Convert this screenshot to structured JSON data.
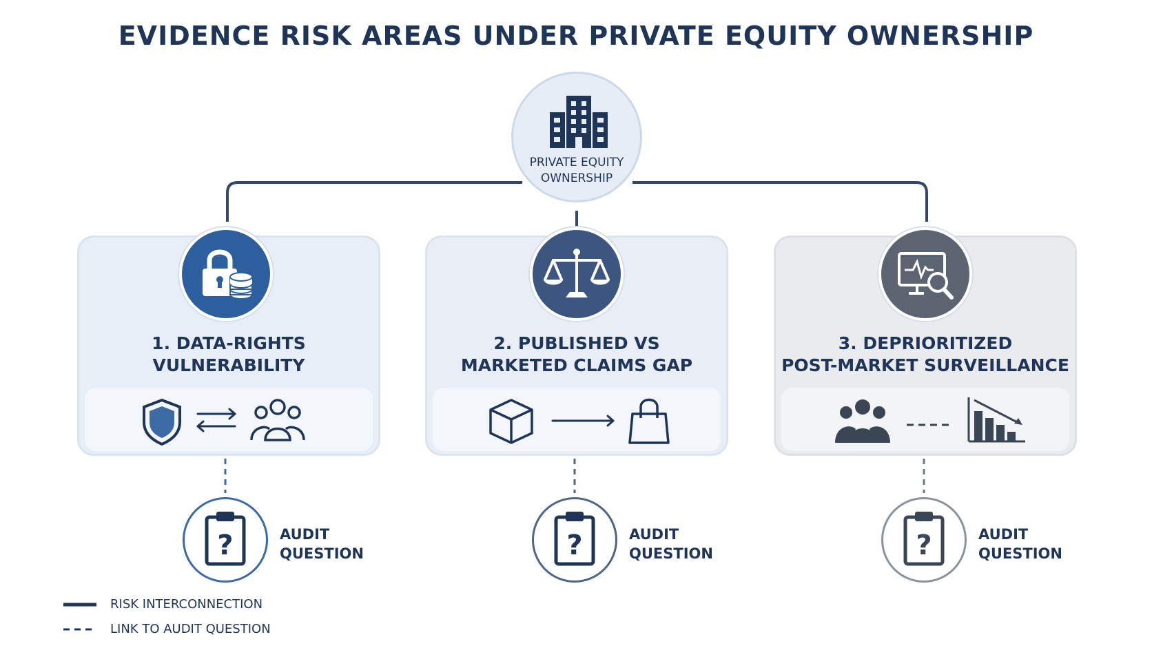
{
  "title": "EVIDENCE RISK AREAS UNDER PRIVATE EQUITY OWNERSHIP",
  "root": {
    "label_line1": "PRIVATE EQUITY",
    "label_line2": "OWNERSHIP",
    "icon": "building-icon"
  },
  "risk_areas": [
    {
      "title_line1": "1. DATA-RIGHTS",
      "title_line2": "VULNERABILITY",
      "icon": "lock-database-icon",
      "flow_icons": [
        "shield-icon",
        "two-way-arrows-icon",
        "group-outline-icon"
      ],
      "audit_line1": "AUDIT",
      "audit_line2": "QUESTION",
      "color": "#2d5e9e"
    },
    {
      "title_line1": "2. PUBLISHED VS",
      "title_line2": "MARKETED CLAIMS GAP",
      "icon": "scales-icon",
      "flow_icons": [
        "box-icon",
        "arrow-right-icon",
        "shopping-bag-icon"
      ],
      "audit_line1": "AUDIT",
      "audit_line2": "QUESTION",
      "color": "#3d5680"
    },
    {
      "title_line1": "3. DEPRIORITIZED",
      "title_line2": "POST-MARKET SURVEILLANCE",
      "icon": "monitor-magnifier-icon",
      "flow_icons": [
        "group-solid-icon",
        "dashed-line-icon",
        "declining-bar-chart-icon"
      ],
      "audit_line1": "AUDIT",
      "audit_line2": "QUESTION",
      "color": "#5b6470"
    }
  ],
  "legend": {
    "solid_label": "RISK INTERCONNECTION",
    "dashed_label": "LINK TO AUDIT QUESTION"
  }
}
